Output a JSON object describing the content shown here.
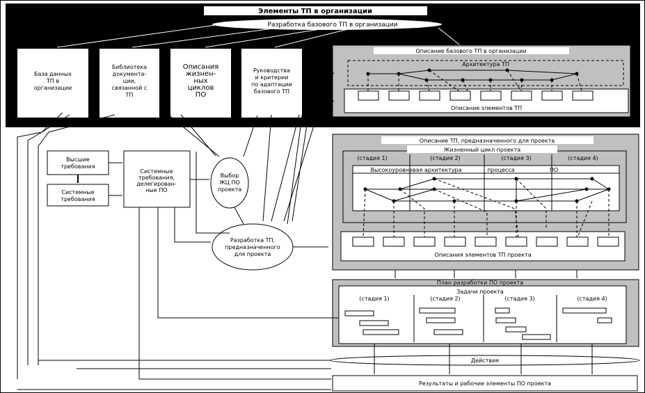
{
  "title": "Элементы ТП в организации",
  "org_dev": "Разработка базового ТП в организации",
  "org_boxes": [
    [
      "База данных",
      "ТП в",
      "организации"
    ],
    [
      "Библиотека",
      "документа-",
      "ции,",
      "связанной с",
      "ТП"
    ],
    [
      "Описания",
      "жизнен-",
      "ных",
      "циклов",
      "ПО"
    ],
    [
      "Руководства",
      "и критерии",
      "по адаптации",
      "базового ТП"
    ]
  ],
  "base_desc": "Описание базового ТП в организации",
  "architecture": "Архитектура ТП",
  "elements_desc": "Описание элементов ТП",
  "project_desc": "Описание ТП, предназначенного для проекта",
  "lifecycle": "Жизненный цикл проекта",
  "stages": [
    "(стадия 1)",
    "(стадия 2)",
    "(стадия 3)",
    "(стадия 4)"
  ],
  "high_arch": [
    "Высокоуровневая архитектура",
    "процесса",
    "ПО"
  ],
  "project_elements": "Описания элементов ТП проекта",
  "plan": "План разработки ПО проекта",
  "tasks": "Задачи проекта",
  "actions": "Действия",
  "results": "Результаты и рабочие элементы ПО проекта",
  "req_high": [
    "Высшие",
    "требования"
  ],
  "req_sys": [
    "Системные",
    "требования"
  ],
  "req_deleg": [
    "Системные",
    "требования,",
    "делегирован-",
    "ные ПО"
  ],
  "lc_choice": [
    "Выбор",
    "ЖЦ ПО",
    "проекта"
  ],
  "tp_dev": [
    "Разработка ТП,",
    "предназначенного",
    "для проекта"
  ]
}
